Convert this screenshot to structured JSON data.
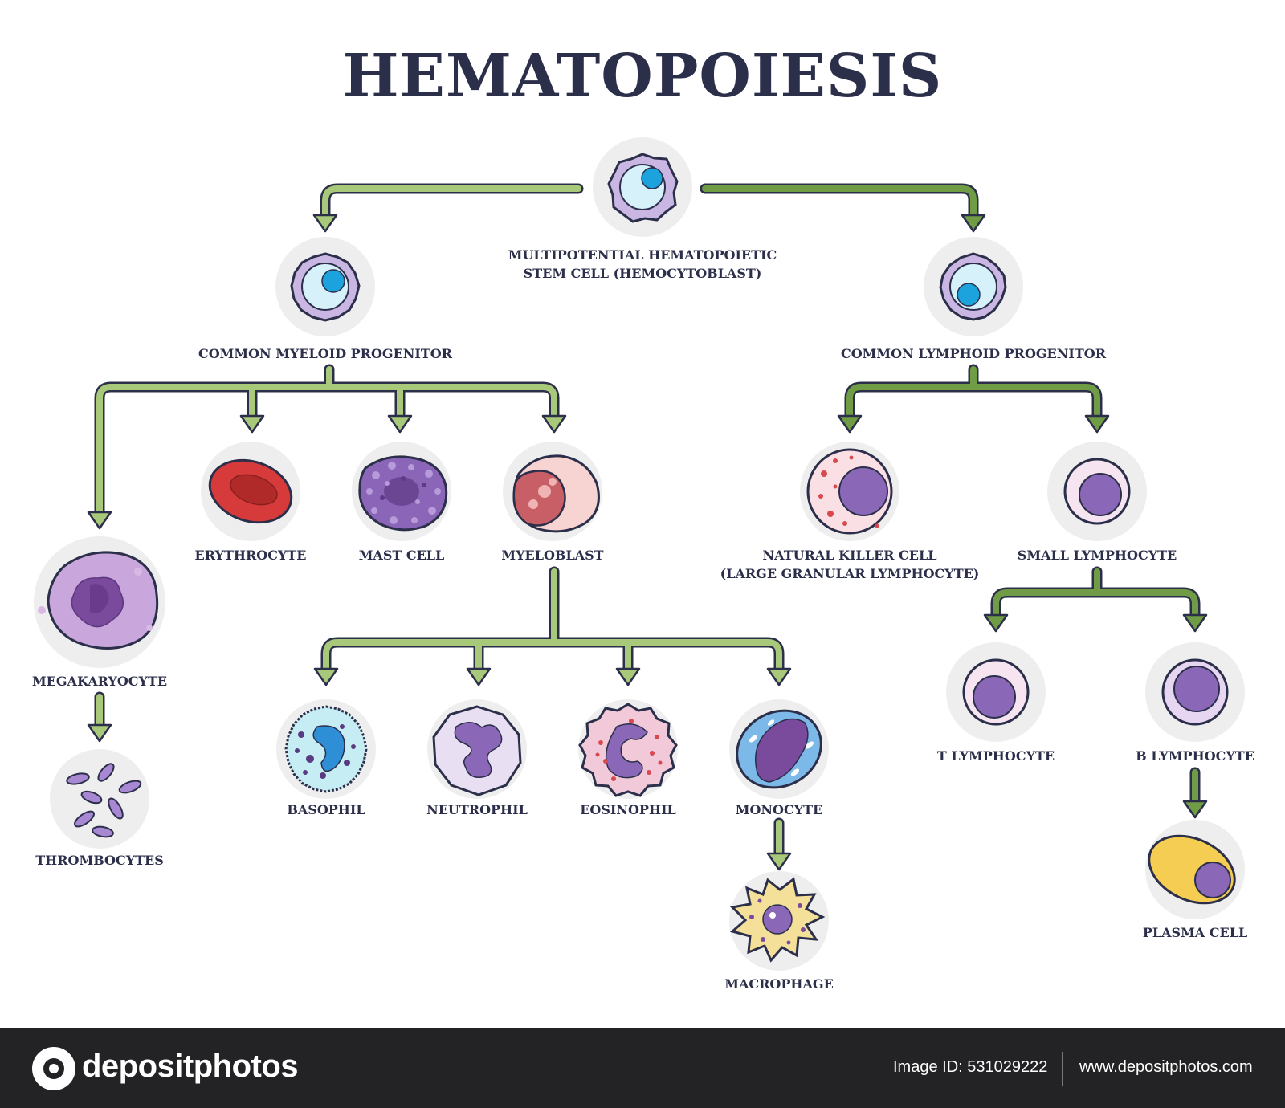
{
  "title": "HEMATOPOIESIS",
  "colors": {
    "arrow_myeloid": "#a9c97a",
    "arrow_lymphoid": "#6f9c44",
    "outline": "#2b2f4a",
    "halo": "#eeeeef",
    "text": "#2b2f4a"
  },
  "nodes": {
    "stem_cell": [
      "MULTIPOTENTIAL HEMATOPOIETIC",
      "STEM CELL (HEMOCYTOBLAST)"
    ],
    "myeloid_progenitor": "COMMON MYELOID PROGENITOR",
    "lymphoid_progenitor": "COMMON LYMPHOID PROGENITOR",
    "megakaryocyte": "MEGAKARYOCYTE",
    "thrombocytes": "THROMBOCYTES",
    "erythrocyte": "ERYTHROCYTE",
    "mast_cell": "MAST CELL",
    "myeloblast": "MYELOBLAST",
    "basophil": "BASOPHIL",
    "neutrophil": "NEUTROPHIL",
    "eosinophil": "EOSINOPHIL",
    "monocyte": "MONOCYTE",
    "macrophage": "MACROPHAGE",
    "nk_cell": [
      "NATURAL KILLER CELL",
      "(LARGE GRANULAR LYMPHOCYTE)"
    ],
    "small_lymphocyte": "SMALL LYMPHOCYTE",
    "t_lymphocyte": "T LYMPHOCYTE",
    "b_lymphocyte": "B LYMPHOCYTE",
    "plasma_cell": "PLASMA CELL"
  },
  "footer": {
    "brand": "depositphotos",
    "image_id": "Image ID: 531029222",
    "site": "www.depositphotos.com"
  }
}
